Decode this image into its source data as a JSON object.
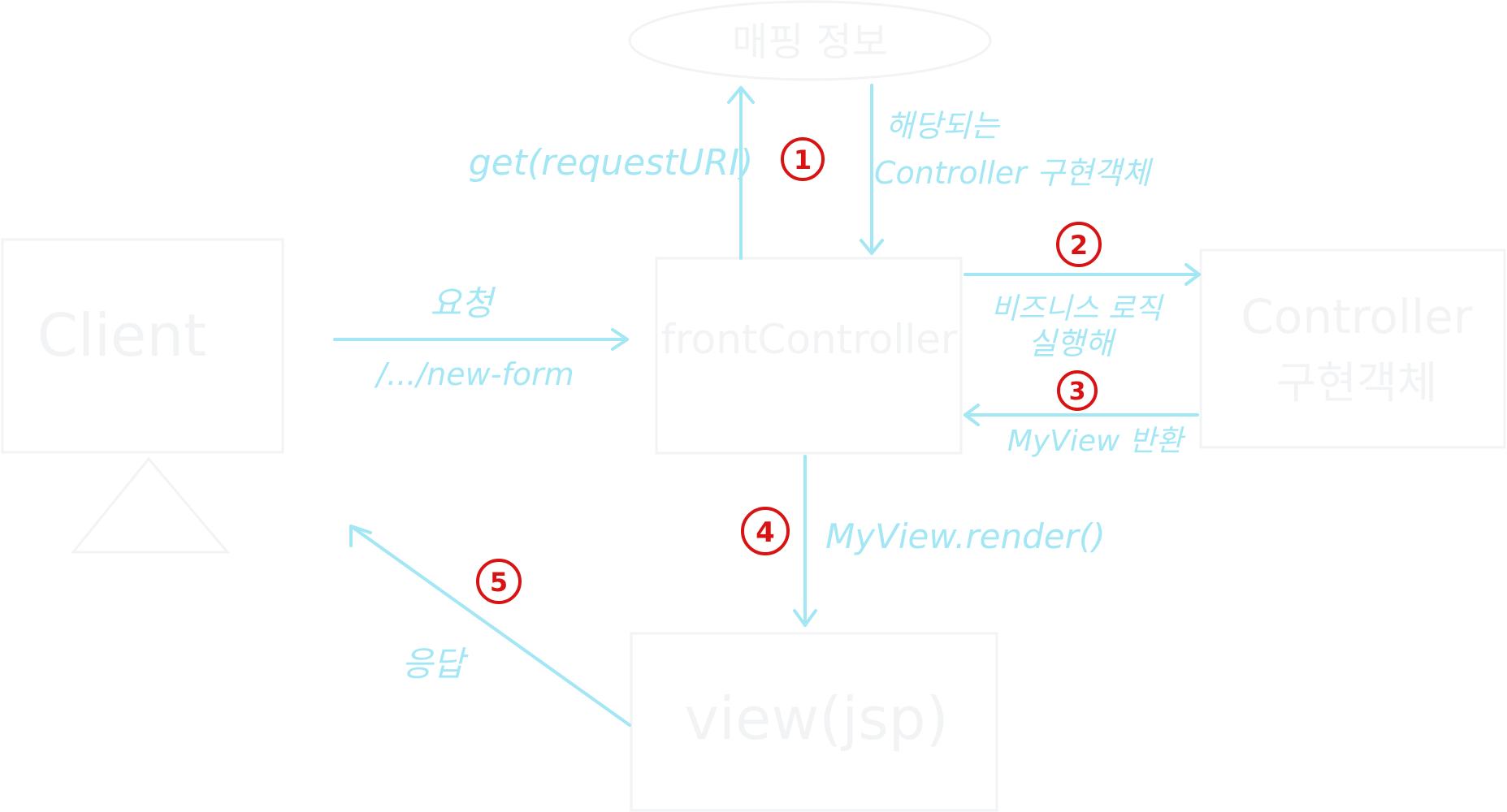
{
  "nodes": {
    "mapping": "매핑 정보",
    "client": "Client",
    "front_controller": "frontController",
    "controller_line1": "Controller",
    "controller_line2": "구현객체",
    "view": "view(jsp)"
  },
  "labels": {
    "request": "요청",
    "url": "/.../new-form",
    "get_uri": "get(requestURI)",
    "matching_line1": "해당되는",
    "matching_line2": "Controller 구현객체",
    "logic_line1": "비즈니스 로직",
    "logic_line2": "실행해",
    "return_view": "MyView 반환",
    "render": "MyView.render()",
    "response": "응답"
  },
  "steps": [
    "1",
    "2",
    "3",
    "4",
    "5"
  ],
  "colors": {
    "arrow": "#a3e6f4",
    "faint": "#f1f3f5",
    "step": "#d81313"
  }
}
